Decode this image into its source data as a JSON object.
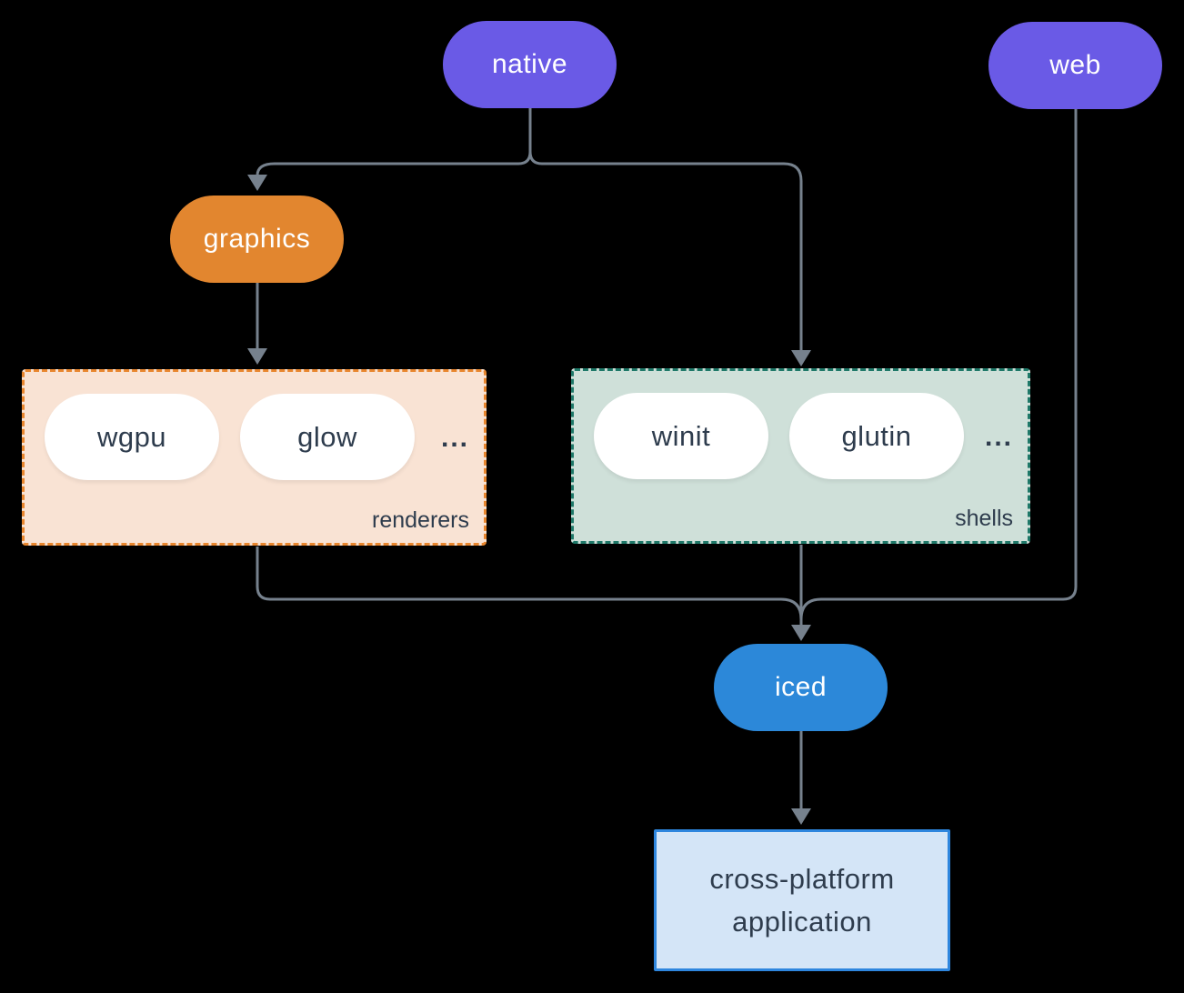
{
  "colors": {
    "background": "#000000",
    "purple": "#6A5AE6",
    "orange": "#E2862F",
    "blue": "#2C88D9",
    "line": "#76818D",
    "dark_text": "#2E3C4D",
    "pill_text_light": "#FFFFFF",
    "white_pill": "#FFFFFF",
    "renderers_fill": "#F9E3D4",
    "renderers_border": "#E8862E",
    "shells_fill": "#CFE0D9",
    "shells_border": "#1E7868",
    "app_fill": "#D4E5F7",
    "app_border": "#2E86DE"
  },
  "nodes": {
    "native": {
      "label": "native"
    },
    "web": {
      "label": "web"
    },
    "graphics": {
      "label": "graphics"
    },
    "iced": {
      "label": "iced"
    }
  },
  "groups": {
    "renderers": {
      "label": "renderers",
      "ellipsis": "...",
      "items": [
        "wgpu",
        "glow"
      ]
    },
    "shells": {
      "label": "shells",
      "ellipsis": "...",
      "items": [
        "winit",
        "glutin"
      ]
    }
  },
  "app_box": {
    "line1": "cross-platform",
    "line2": "application"
  },
  "edges": [
    {
      "from": "native",
      "to": "graphics"
    },
    {
      "from": "native",
      "to": "shells"
    },
    {
      "from": "graphics",
      "to": "renderers"
    },
    {
      "from": "renderers",
      "to": "iced"
    },
    {
      "from": "shells",
      "to": "iced"
    },
    {
      "from": "web",
      "to": "iced"
    },
    {
      "from": "iced",
      "to": "cross-platform application"
    }
  ]
}
